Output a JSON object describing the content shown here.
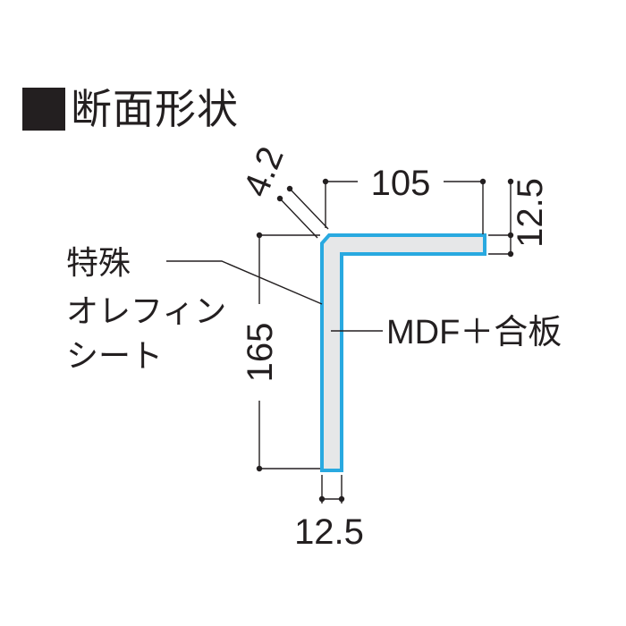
{
  "title": "断面形状",
  "dimensions": {
    "top_width": "105",
    "top_thickness": "12.5",
    "chamfer": "4.2",
    "height": "165",
    "bottom_thickness": "12.5"
  },
  "labels": {
    "surface_line1": "特殊",
    "surface_line2": "オレフィン",
    "surface_line3": "シート",
    "core": "MDF＋合板"
  },
  "colors": {
    "outline": "#29a9e0",
    "core_fill": "#e6e7e8",
    "ink": "#231f20"
  }
}
